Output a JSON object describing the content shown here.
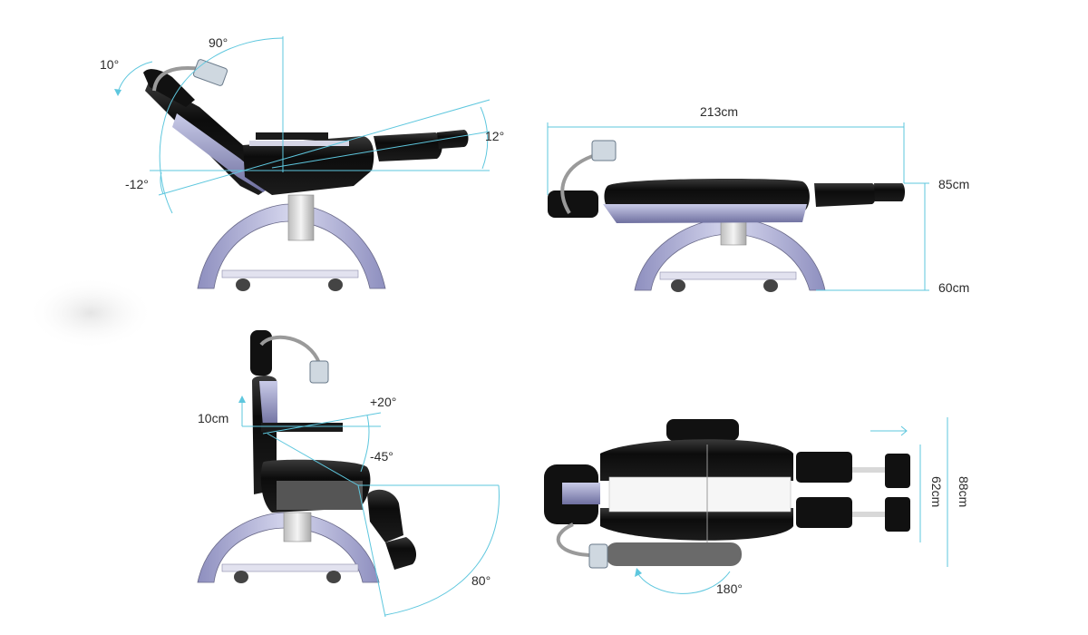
{
  "views": {
    "recline": {
      "angle_back_top": "90°",
      "angle_head": "10°",
      "angle_back_bottom": "-12°",
      "angle_leg": "12°"
    },
    "flat": {
      "length": "213cm",
      "height_max": "85cm",
      "height_min": "60cm"
    },
    "seated": {
      "seat_lift": "10cm",
      "seat_tilt_up": "+20°",
      "seat_tilt_down": "-45°",
      "leg_rotation": "80°"
    },
    "top": {
      "width_inner": "62cm",
      "width_outer": "88cm",
      "head_rotation": "180°"
    }
  },
  "colors": {
    "accent": "#5ec7de",
    "upholstery": "#111111",
    "frame": "#b3b3d6",
    "column": "#d9d9d9"
  }
}
